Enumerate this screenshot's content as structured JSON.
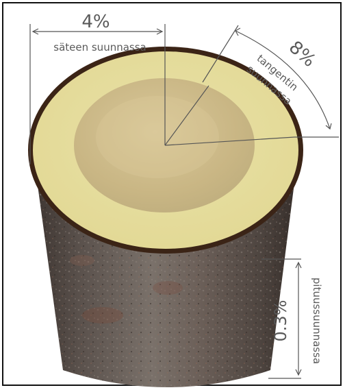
{
  "diagram": {
    "radial": {
      "value": "4%",
      "label": "säteen suunnassa"
    },
    "tangential": {
      "value": "8%",
      "label_line1": "tangentin",
      "label_line2": "suunnassa"
    },
    "longitudinal": {
      "value": "0.3%",
      "label": "pituussuunnassa"
    }
  },
  "colors": {
    "bark": "#5e5550",
    "bark_dark": "#3e3530",
    "bark_rim": "#3b2416",
    "sapwood": "#e6dd9a",
    "heartwood": "#cbb98a",
    "dimension_line": "#555555"
  }
}
